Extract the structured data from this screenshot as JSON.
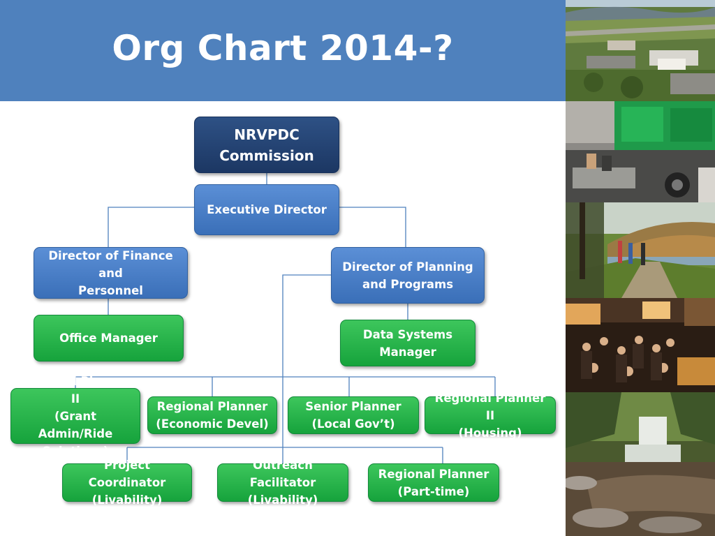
{
  "title": "Org Chart 2014-?",
  "colors": {
    "header": "#4f81bd",
    "commission": "#1f3b68",
    "director": "#4a80c8",
    "staff": "#22b14c",
    "connector": "#4f81bd"
  },
  "org": {
    "commission": "NRVPDC\nCommission",
    "executive_director": "Executive Director",
    "director_finance": "Director of Finance and\nPersonnel",
    "office_manager": "Office Manager",
    "director_planning": "Director of Planning\nand Programs",
    "data_systems_manager": "Data Systems\nManager",
    "planner_ii_grant": "Regional Planner II\n(Grant Admin/Ride\nSolutions)",
    "planner_econ": "Regional Planner\n(Economic Devel)",
    "senior_planner": "Senior Planner\n(Local Gov’t)",
    "planner_ii_housing": "Regional Planner II\n(Housing)",
    "project_coordinator": "Project Coordinator\n(Livability)",
    "outreach_facilitator": "Outreach Facilitator\n(Livability)",
    "planner_parttime": "Regional Planner\n(Part-time)"
  },
  "photos": [
    {
      "name": "aerial-campus-photo"
    },
    {
      "name": "truck-factory-photo"
    },
    {
      "name": "trail-bikers-photo"
    },
    {
      "name": "night-street-festival-photo"
    },
    {
      "name": "waterfall-photo"
    }
  ]
}
